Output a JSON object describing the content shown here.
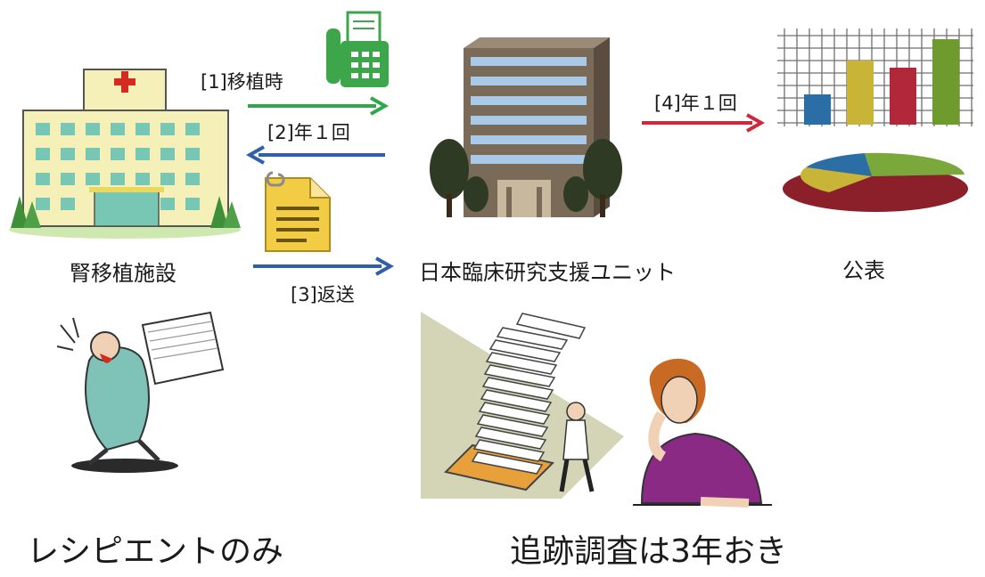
{
  "nodes": {
    "hospital": {
      "label": "腎移植施設",
      "icon": "hospital-icon"
    },
    "unit": {
      "label": "日本臨床研究支援ユニット",
      "icon": "office-building-icon"
    },
    "publication": {
      "label": "公表",
      "icon": "chart-icon"
    }
  },
  "flows": [
    {
      "id": "1",
      "label": "[1]移植時",
      "color": "#2ea84a",
      "icon": "fax-icon"
    },
    {
      "id": "2",
      "label": "[2]年１回",
      "color": "#2f5fa8"
    },
    {
      "id": "3",
      "label": "[3]返送",
      "color": "#2f5fa8",
      "icon": "document-icon"
    },
    {
      "id": "4",
      "label": "[4]年１回",
      "color": "#d0283a"
    }
  ],
  "captions": {
    "left": "レシピエントのみ",
    "right": "追跡調査は3年おき"
  },
  "illustrations": [
    "running-man-icon",
    "paper-stack-icon",
    "tired-woman-icon"
  ]
}
